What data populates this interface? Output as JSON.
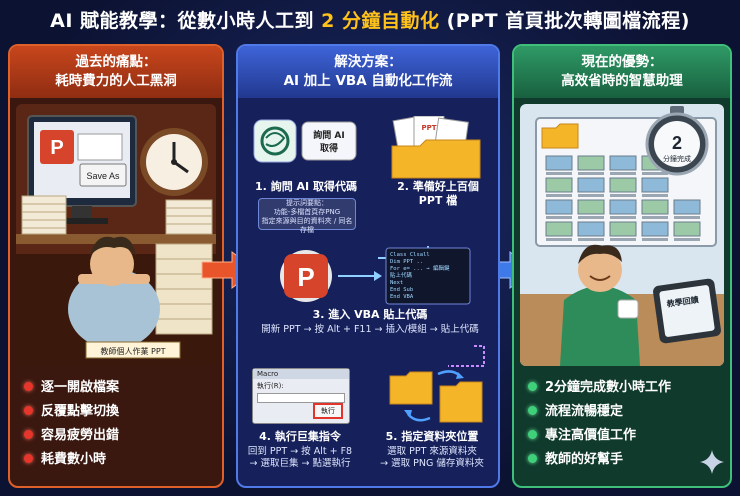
{
  "title": {
    "prefix": "AI 賦能教學：從數小時人工到",
    "highlight": "2 分鐘自動化",
    "suffix": "(PPT 首頁批次轉圖檔流程)"
  },
  "left": {
    "heading": [
      "過去的痛點：",
      "耗時費力的人工黑洞"
    ],
    "save_as_label": "Save As",
    "folder_label": "教師個人作業 PPT",
    "bullets": [
      "逐一開啟檔案",
      "反覆點擊切換",
      "容易疲勞出錯",
      "耗費數小時"
    ]
  },
  "middle": {
    "heading": [
      "解決方案：",
      "AI 加上 VBA 自動化工作流"
    ],
    "chat_bubble": "詢問 AI\n取得",
    "ppt_doc_label": "PPT",
    "step1": "1. 詢問 AI 取得代碼",
    "step1_note": [
      "提示詞要點：",
      "功能-多檔首頁存PNG",
      "指定來源與目的資料夾 / 同名存檔"
    ],
    "step2": "2. 準備好上百個\nPPT 檔",
    "vba_code": [
      "Class Clsall",
      "Dim PPT ..",
      "For e= ... → 編輯鍵",
      "貼上代碼",
      "Next",
      "End Sub",
      "End VBA"
    ],
    "step3": "3. 進入 VBA 貼上代碼",
    "step3_sub": "開新 PPT → 按 Alt + F11 → 插入/模組 → 貼上代碼",
    "macro_title": "Macro",
    "macro_field": "執行(R):",
    "macro_run": "執行",
    "step4": "4. 執行巨集指令",
    "step4_sub": [
      "回到 PPT → 按 Alt + F8",
      "→ 選取巨集 → 點選執行"
    ],
    "step5": "5. 指定資料夾位置",
    "step5_sub": [
      "選取 PPT 來源資料夾",
      "→ 選取 PNG 儲存資料夾"
    ]
  },
  "right": {
    "heading": [
      "現在的優勢：",
      "高效省時的智慧助理"
    ],
    "timer_number": "2",
    "timer_label": "分鐘完成",
    "tablet_label": "教學回饋",
    "bullets": [
      "2分鐘完成數小時工作",
      "流程流暢穩定",
      "專注高價值工作",
      "教師的好幫手"
    ]
  },
  "colors": {
    "pain": "#e0602a",
    "solution": "#4f7ae8",
    "benefit": "#3fbf7a",
    "highlight": "#ffc21a"
  }
}
